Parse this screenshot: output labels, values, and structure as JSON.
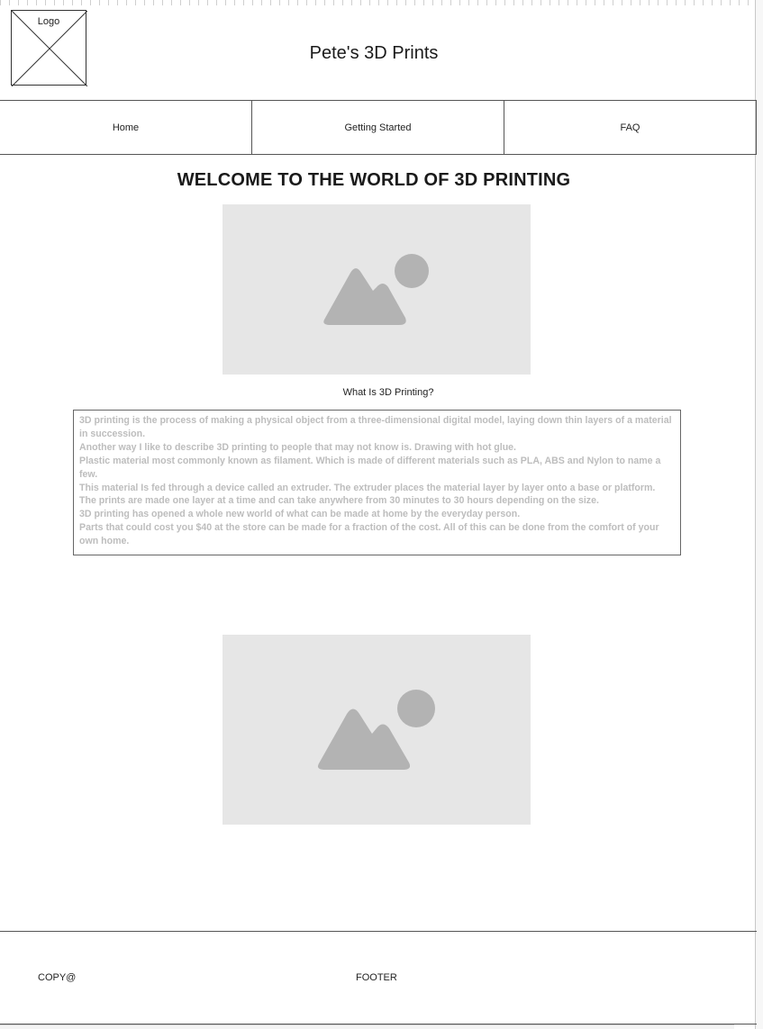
{
  "header": {
    "logo_label": "Logo",
    "site_title": "Pete's 3D Prints"
  },
  "nav": {
    "items": [
      {
        "label": "Home"
      },
      {
        "label": "Getting Started"
      },
      {
        "label": "FAQ"
      }
    ]
  },
  "main": {
    "heading": "WELCOME TO THE WORLD OF 3D PRINTING",
    "caption": "What Is 3D Printing?",
    "paragraphs": [
      "3D printing is the process of making a physical object from a three-dimensional digital model, laying down thin layers of a material in succession.",
      "Another way I like to describe 3D printing to people that may not know is. Drawing with hot glue.",
      "Plastic material most commonly known as filament. Which is made of different materials such as PLA, ABS and Nylon to name a few.",
      "This material Is fed through a device called an extruder. The extruder places the material layer by layer onto a base or platform.",
      "The prints are made one layer at a time and can take anywhere from 30 minutes to 30 hours depending on the size.",
      "3D printing has opened a whole new world of what can be made at home by the everyday person.",
      "Parts that could cost you $40 at the store can be made for a fraction of the cost. All of this can be done from the comfort of your own home."
    ]
  },
  "footer": {
    "copy": "COPY@",
    "label": "FOOTER"
  },
  "colors": {
    "placeholder_bg": "#e6e6e6",
    "placeholder_icon": "#b3b3b3",
    "muted_text": "#bdbdbd"
  },
  "icons": {
    "image_placeholder": "image-placeholder-icon"
  }
}
